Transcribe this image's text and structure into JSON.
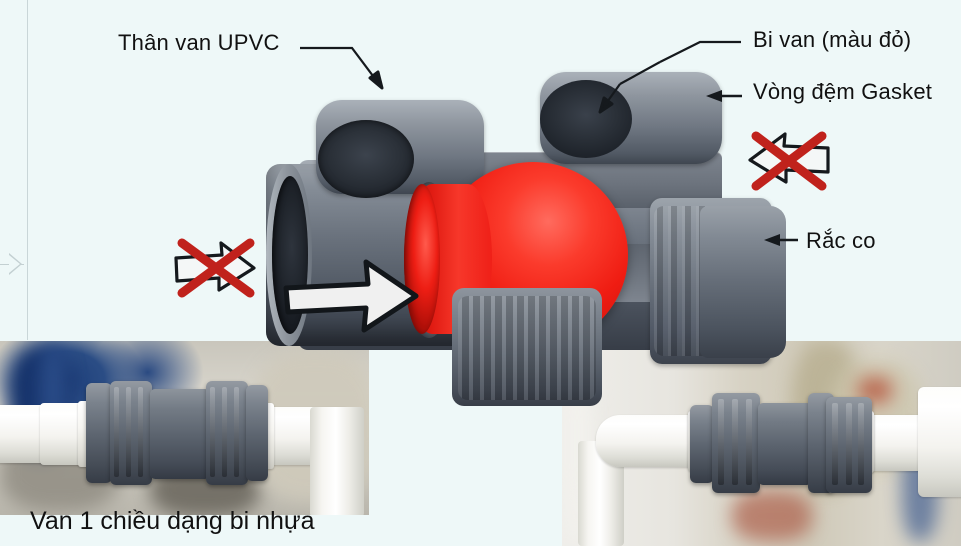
{
  "image": {
    "title": "Van 1 chiều dạng bi nhựa - cấu tạo",
    "background_color": "#eef8f8",
    "type": "technical-illustration-with-photos"
  },
  "labels": {
    "body": "Thân van UPVC",
    "ball": "Bi van (màu đỏ)",
    "gasket": "Vòng đệm Gasket",
    "union": "Rắc co"
  },
  "caption": "Van 1 chiều dạng bi nhựa",
  "diagram": {
    "valve_body_color": "#6a727d",
    "ball_color": "#ef1c12",
    "flow_arrow": {
      "name": "flow-direction-arrow",
      "direction": "right",
      "fill": "#f2f2f2",
      "stroke": "#111111"
    },
    "forbidden_markers": [
      {
        "name": "no-reverse-flow-left",
        "direction": "right",
        "cross_color": "#c0221c"
      },
      {
        "name": "no-reverse-flow-right",
        "direction": "left",
        "cross_color": "#c0221c"
      }
    ]
  },
  "photos": [
    {
      "name": "photo-check-valve-horizontal-left"
    },
    {
      "name": "photo-check-valve-horizontal-right"
    }
  ],
  "player": {
    "name": "video-scrub-marker"
  }
}
